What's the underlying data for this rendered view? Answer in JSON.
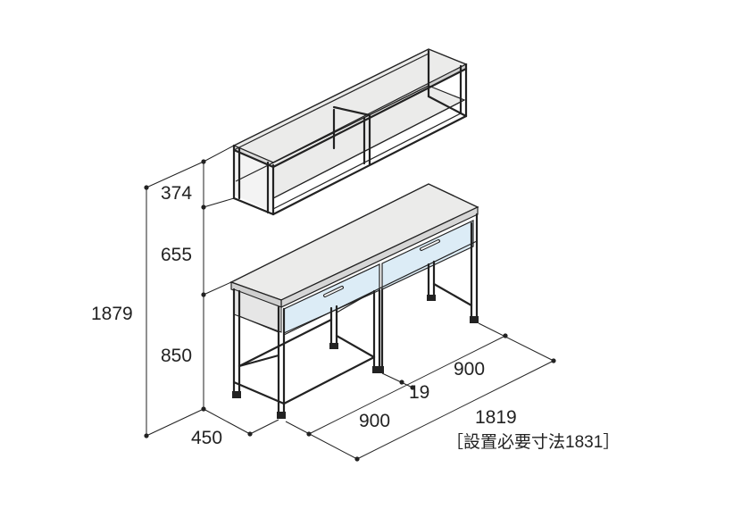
{
  "colors": {
    "line": "#222222",
    "top_surface": "#ebebea",
    "drawer_front": "#dcecf6",
    "panel_side": "#e6e6e6"
  },
  "dimensions": {
    "height_total": "1879",
    "height_shelf": "374",
    "height_gap": "655",
    "height_desk": "850",
    "depth": "450",
    "width_left": "900",
    "width_right": "900",
    "gap": "19",
    "width_total": "1819",
    "install_note": "［設置必要寸法1831］"
  }
}
